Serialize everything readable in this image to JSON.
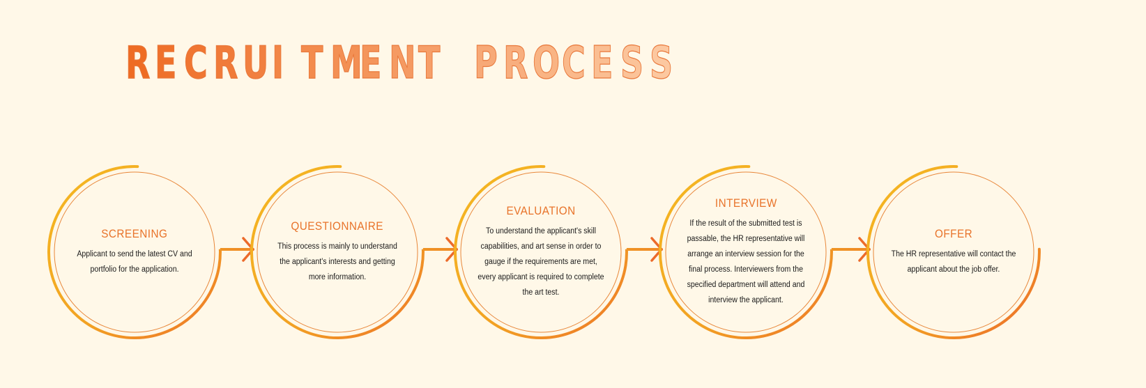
{
  "title": "RECRUITMENT PROCESS",
  "colors": {
    "background": "#fff8e8",
    "accent_dark": "#ee6c24",
    "accent_light": "#fbc497",
    "arc_yellow": "#f5b921",
    "arc_orange": "#ec6a2a",
    "inner_ring": "#e8873a"
  },
  "steps": [
    {
      "title": "SCREENING",
      "description": "Applicant to send the latest CV and portfolio for the application."
    },
    {
      "title": "QUESTIONNAIRE",
      "description": "This process is mainly to understand the applicant's interests and getting more information."
    },
    {
      "title": "EVALUATION",
      "description": "To understand the applicant's skill capabilities, and art sense in order to gauge if the requirements are met, every applicant is required to complete the art test."
    },
    {
      "title": "INTERVIEW",
      "description": "If the result of the submitted test is passable, the HR representative will arrange an interview session for the final process. Interviewers from the specified department will attend and interview the applicant."
    },
    {
      "title": "OFFER",
      "description": "The HR representative will contact the applicant about the job offer."
    }
  ]
}
